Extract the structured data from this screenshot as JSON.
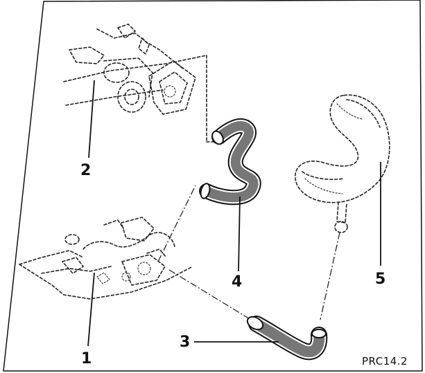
{
  "figure": {
    "reference_code": "PRC14.2",
    "callouts": [
      {
        "id": "1",
        "label": "1"
      },
      {
        "id": "2",
        "label": "2"
      },
      {
        "id": "3",
        "label": "3"
      },
      {
        "id": "4",
        "label": "4"
      },
      {
        "id": "5",
        "label": "5"
      }
    ]
  },
  "colors": {
    "line": "#111111",
    "background": "#ffffff",
    "hose_texture": "#777777"
  }
}
